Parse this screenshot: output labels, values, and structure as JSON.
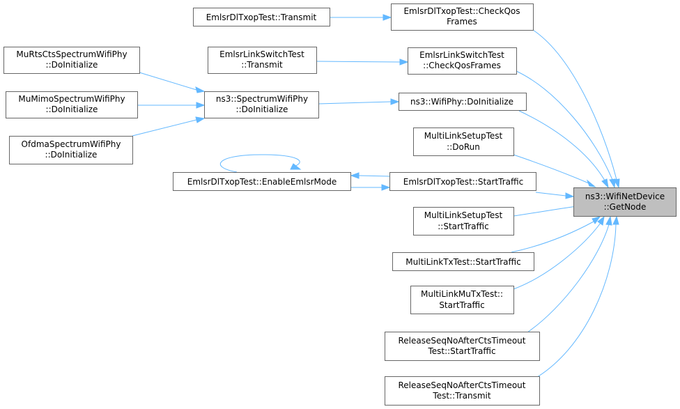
{
  "nodes": {
    "emlsr_transmit": {
      "lines": [
        "EmlsrDlTxopTest::Transmit"
      ]
    },
    "emlsr_checkqos": {
      "lines": [
        "EmlsrDlTxopTest::CheckQos",
        "Frames"
      ]
    },
    "murts": {
      "lines": [
        "MuRtsCtsSpectrumWifiPhy",
        "::DoInitialize"
      ]
    },
    "linkswitch_transmit": {
      "lines": [
        "EmlsrLinkSwitchTest",
        "::Transmit"
      ]
    },
    "linkswitch_checkqos": {
      "lines": [
        "EmlsrLinkSwitchTest",
        "::CheckQosFrames"
      ]
    },
    "mumimo": {
      "lines": [
        "MuMimoSpectrumWifiPhy",
        "::DoInitialize"
      ]
    },
    "spectrum": {
      "lines": [
        "ns3::SpectrumWifiPhy",
        "::DoInitialize"
      ]
    },
    "wifiphy": {
      "lines": [
        "ns3::WifiPhy::DoInitialize"
      ]
    },
    "ofdma": {
      "lines": [
        "OfdmaSpectrumWifiPhy",
        "::DoInitialize"
      ]
    },
    "mlsetup_dorun": {
      "lines": [
        "MultiLinkSetupTest",
        "::DoRun"
      ]
    },
    "enable_emlsr": {
      "lines": [
        "EmlsrDlTxopTest::EnableEmlsrMode"
      ]
    },
    "emlsr_starttraffic": {
      "lines": [
        "EmlsrDlTxopTest::StartTraffic"
      ]
    },
    "getnode": {
      "lines": [
        "ns3::WifiNetDevice",
        "::GetNode"
      ]
    },
    "mlsetup_starttraffic": {
      "lines": [
        "MultiLinkSetupTest",
        "::StartTraffic"
      ]
    },
    "mltx_starttraffic": {
      "lines": [
        "MultiLinkTxTest::StartTraffic"
      ]
    },
    "mlmutx_starttraffic": {
      "lines": [
        "MultiLinkMuTxTest::",
        "StartTraffic"
      ]
    },
    "release_starttraffic": {
      "lines": [
        "ReleaseSeqNoAfterCtsTimeout",
        "Test::StartTraffic"
      ]
    },
    "release_transmit": {
      "lines": [
        "ReleaseSeqNoAfterCtsTimeout",
        "Test::Transmit"
      ]
    }
  },
  "colors": {
    "edge": "#63b8ff",
    "focus_fill": "#bfbfbf",
    "border": "#666666"
  }
}
